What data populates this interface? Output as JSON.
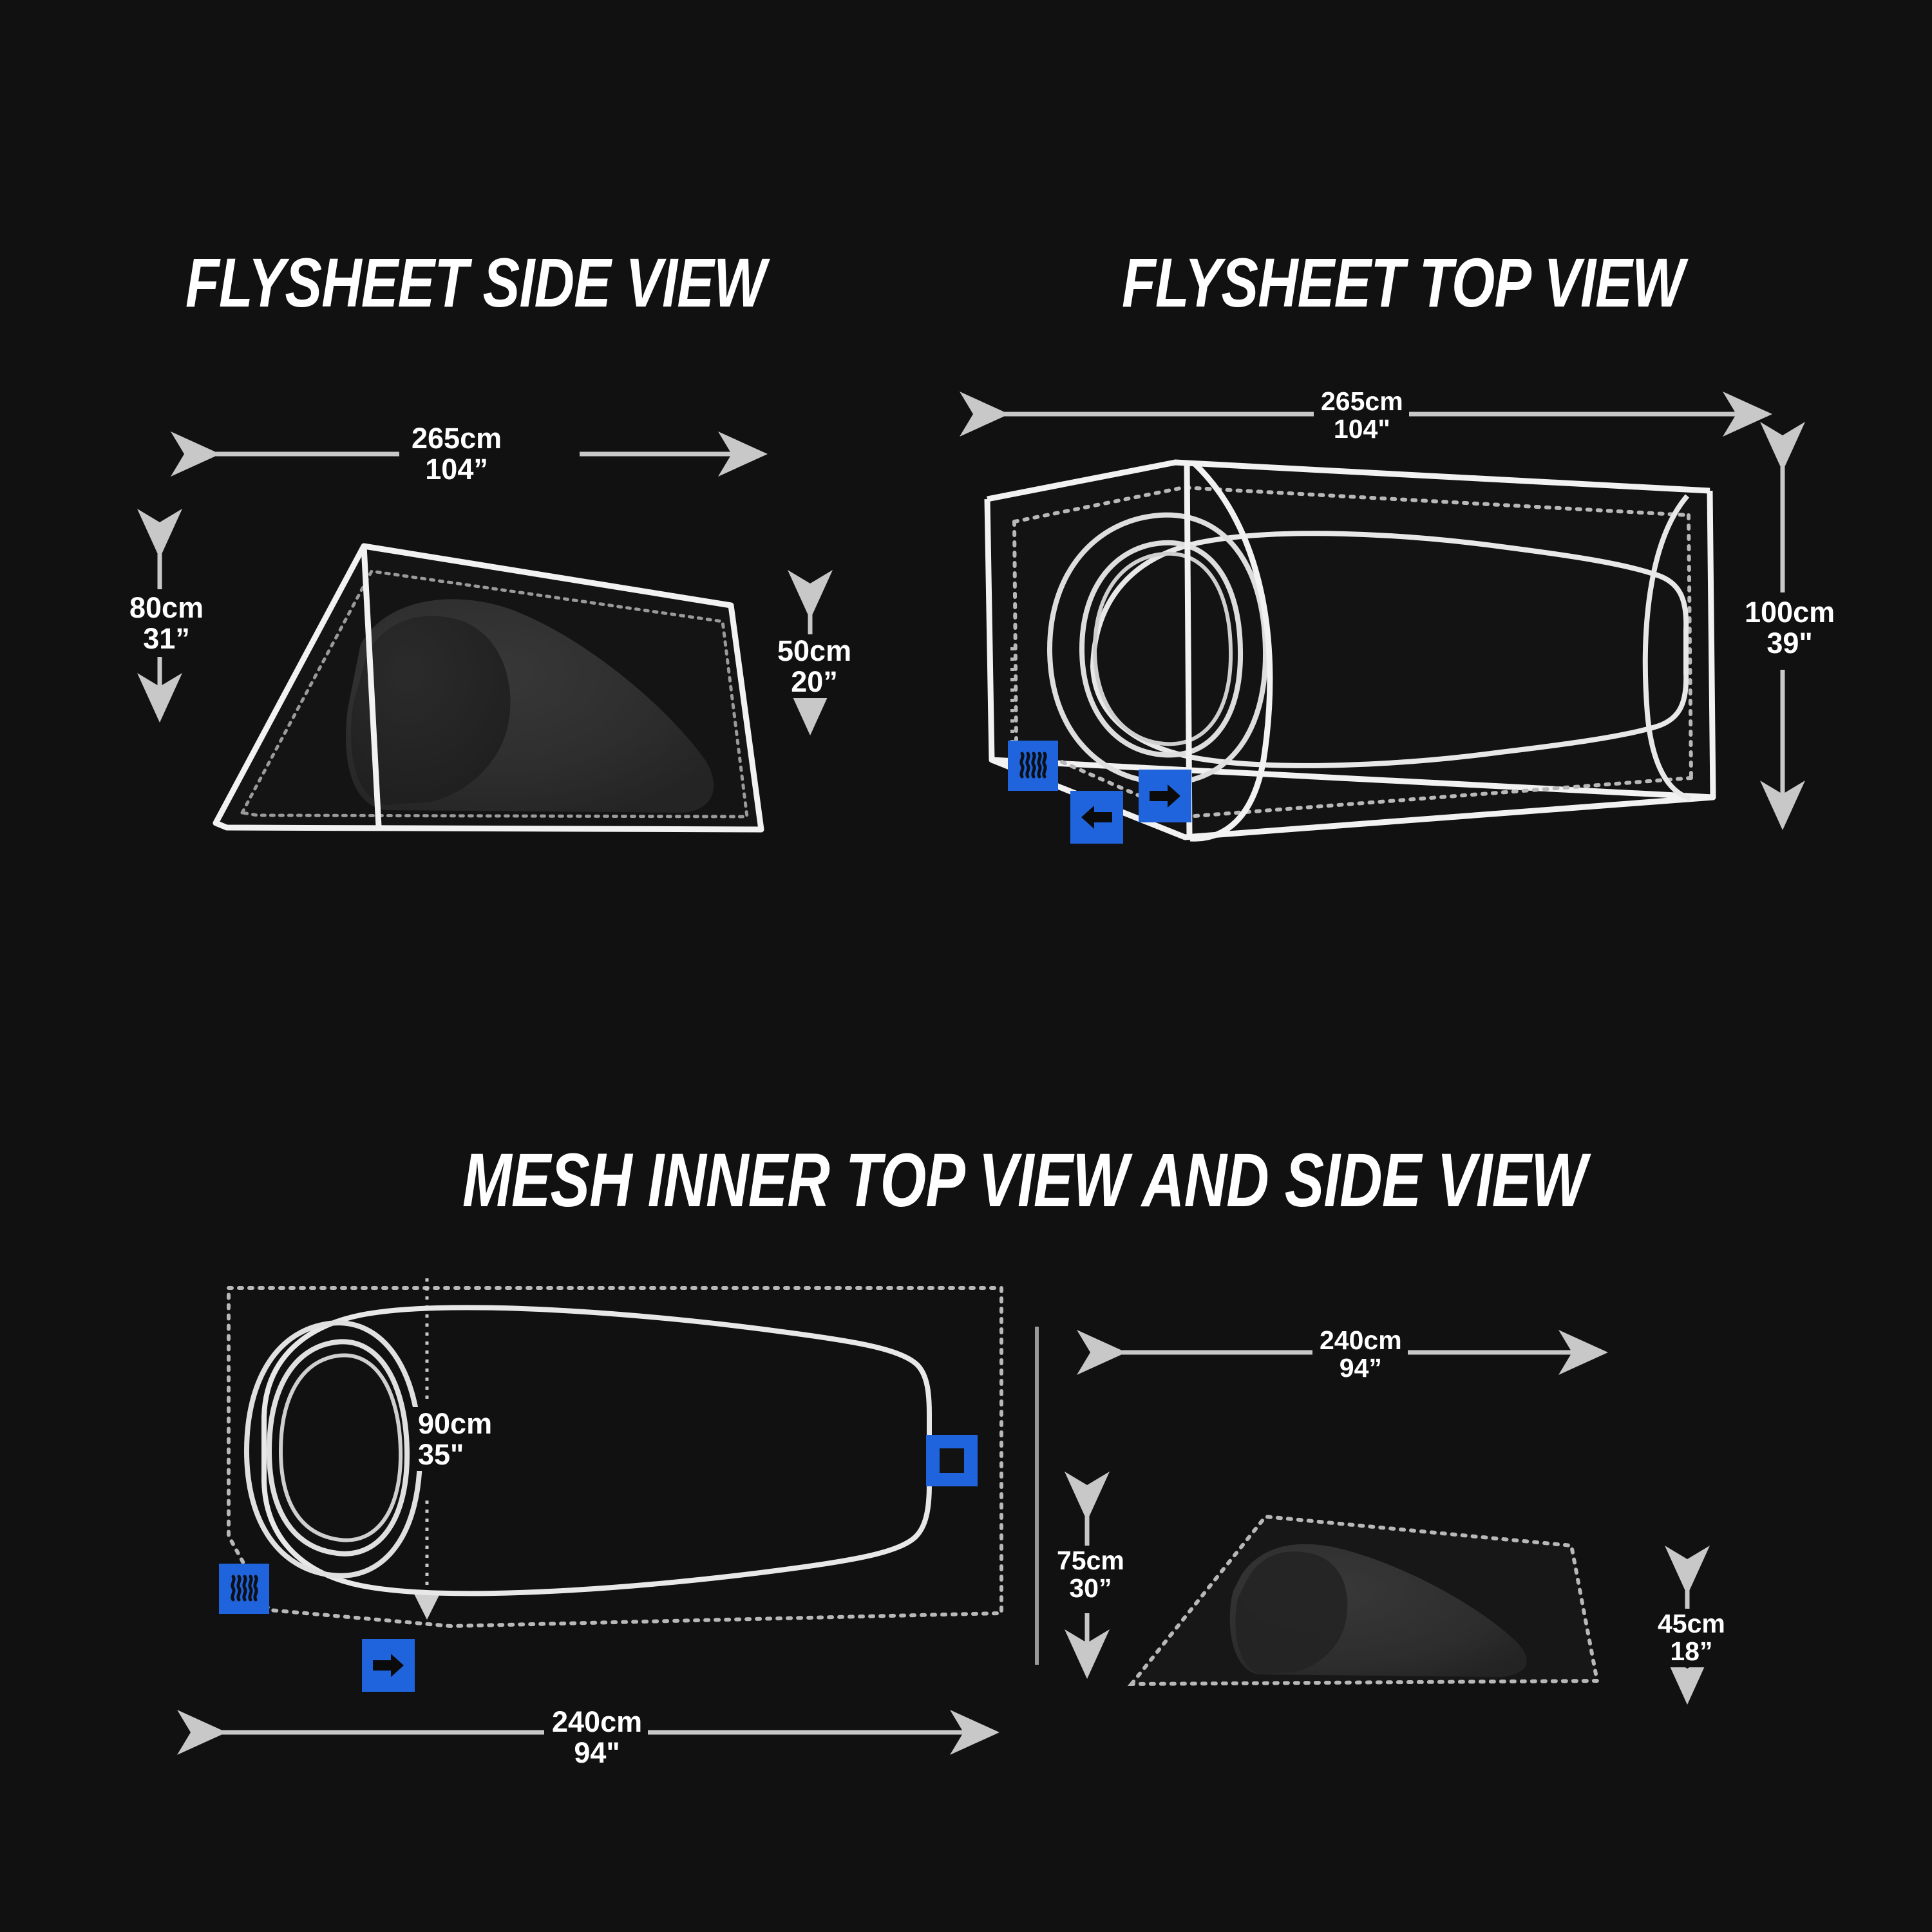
{
  "background_color": "#111111",
  "line_color": "#ffffff",
  "accent_color": "#1f64dc",
  "views": {
    "flysheet_side": {
      "title": "FLYSHEET SIDE VIEW",
      "dimensions": {
        "length": {
          "metric": "265cm",
          "imperial": "104”"
        },
        "peak_height": {
          "metric": "80cm",
          "imperial": "31”"
        },
        "foot_height": {
          "metric": "50cm",
          "imperial": "20”"
        }
      }
    },
    "flysheet_top": {
      "title": "FLYSHEET TOP VIEW",
      "dimensions": {
        "length": {
          "metric": "265cm",
          "imperial": "104\""
        },
        "width": {
          "metric": "100cm",
          "imperial": "39\""
        }
      },
      "markers": [
        {
          "name": "mesh-vent",
          "icon": "mesh-icon"
        },
        {
          "name": "door-left",
          "icon": "arrow-left-icon"
        },
        {
          "name": "door-right",
          "icon": "arrow-right-icon"
        }
      ]
    },
    "mesh_inner": {
      "title": "MESH INNER TOP VIEW AND SIDE VIEW",
      "top": {
        "dimensions": {
          "width": {
            "metric": "90cm",
            "imperial": "35\""
          },
          "length": {
            "metric": "240cm",
            "imperial": "94\""
          }
        },
        "markers": [
          {
            "name": "mesh-vent",
            "icon": "mesh-icon"
          },
          {
            "name": "door-entry",
            "icon": "arrow-right-icon"
          },
          {
            "name": "pocket",
            "icon": "square-outline-icon"
          }
        ]
      },
      "side": {
        "dimensions": {
          "length": {
            "metric": "240cm",
            "imperial": "94”"
          },
          "peak_height": {
            "metric": "75cm",
            "imperial": "30”"
          },
          "foot_height": {
            "metric": "45cm",
            "imperial": "18”"
          }
        }
      }
    }
  }
}
